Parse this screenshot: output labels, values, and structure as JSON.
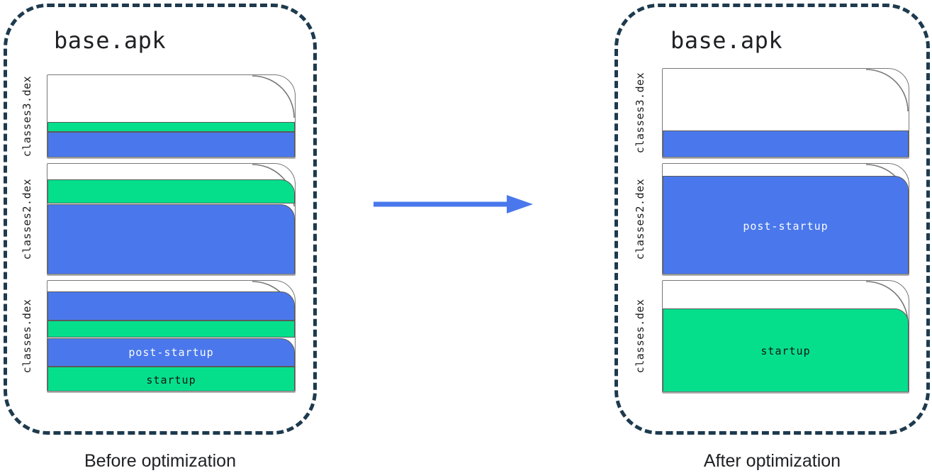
{
  "diagram": {
    "colors": {
      "blue": "#4A78EC",
      "green": "#05DF8C",
      "dash_border": "#1D3A4E",
      "page_border": "#787878",
      "band_border": "#5A5A5A",
      "arrow": "#4A78EC",
      "text_dark": "#202124",
      "label_on_blue": "#FAFAFA",
      "label_on_green": "#151515"
    },
    "arrow": {
      "icon": "arrow-right",
      "direction": "left-to-right"
    },
    "panels": [
      {
        "id": "before",
        "title": "base.apk",
        "caption": "Before optimization",
        "files": [
          {
            "name": "classes3.dex",
            "height": 117,
            "segments": [
              {
                "color": "white",
                "h": 66
              },
              {
                "color": "green",
                "h": 14
              },
              {
                "color": "blue",
                "h": 37
              }
            ]
          },
          {
            "name": "classes2.dex",
            "height": 157,
            "segments": [
              {
                "color": "white",
                "h": 21
              },
              {
                "color": "green",
                "h": 34,
                "curl": true
              },
              {
                "color": "blue",
                "h": 102,
                "curl": true
              }
            ]
          },
          {
            "name": "classes.dex",
            "height": 157,
            "segments": [
              {
                "color": "white",
                "h": 14
              },
              {
                "color": "blue",
                "h": 41,
                "curl": true
              },
              {
                "color": "green",
                "h": 24
              },
              {
                "color": "blue",
                "h": 40,
                "curl": true,
                "label": "post-startup"
              },
              {
                "color": "green",
                "h": 38,
                "label": "startup"
              }
            ]
          }
        ]
      },
      {
        "id": "after",
        "title": "base.apk",
        "caption": "After optimization",
        "files": [
          {
            "name": "classes3.dex",
            "height": 126,
            "segments": [
              {
                "color": "white",
                "h": 87
              },
              {
                "color": "blue",
                "h": 39
              }
            ]
          },
          {
            "name": "classes2.dex",
            "height": 157,
            "segments": [
              {
                "color": "white",
                "h": 16
              },
              {
                "color": "blue",
                "h": 141,
                "curl": true,
                "label": "post-startup"
              }
            ]
          },
          {
            "name": "classes.dex",
            "height": 158,
            "segments": [
              {
                "color": "white",
                "h": 38
              },
              {
                "color": "green",
                "h": 120,
                "curl": true,
                "label": "startup"
              }
            ]
          }
        ]
      }
    ]
  }
}
